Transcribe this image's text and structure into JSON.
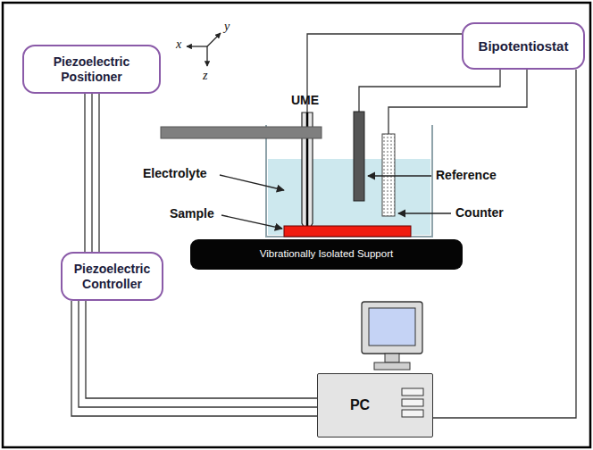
{
  "diagram": {
    "nodes": [
      {
        "text": [
          "Piezoelectric Positioner"
        ]
      },
      {
        "text": [
          "Bipotentiostat"
        ]
      },
      {
        "text": [
          "Vibrationally Isolated Support"
        ]
      },
      {
        "text": [
          "Piezoelectric Controller"
        ]
      },
      {
        "text": [
          "PC"
        ]
      }
    ],
    "edges": [
      {
        "from": 0,
        "to": 3,
        "arrow": "none"
      },
      {
        "from": 3,
        "to": 4,
        "arrow": "none"
      },
      {
        "from": 1,
        "to": 4,
        "arrow": "none"
      }
    ],
    "labels": [
      "x",
      "y",
      "z",
      "UME",
      "Electrolyte",
      "Sample",
      "Reference",
      "Counter"
    ]
  }
}
